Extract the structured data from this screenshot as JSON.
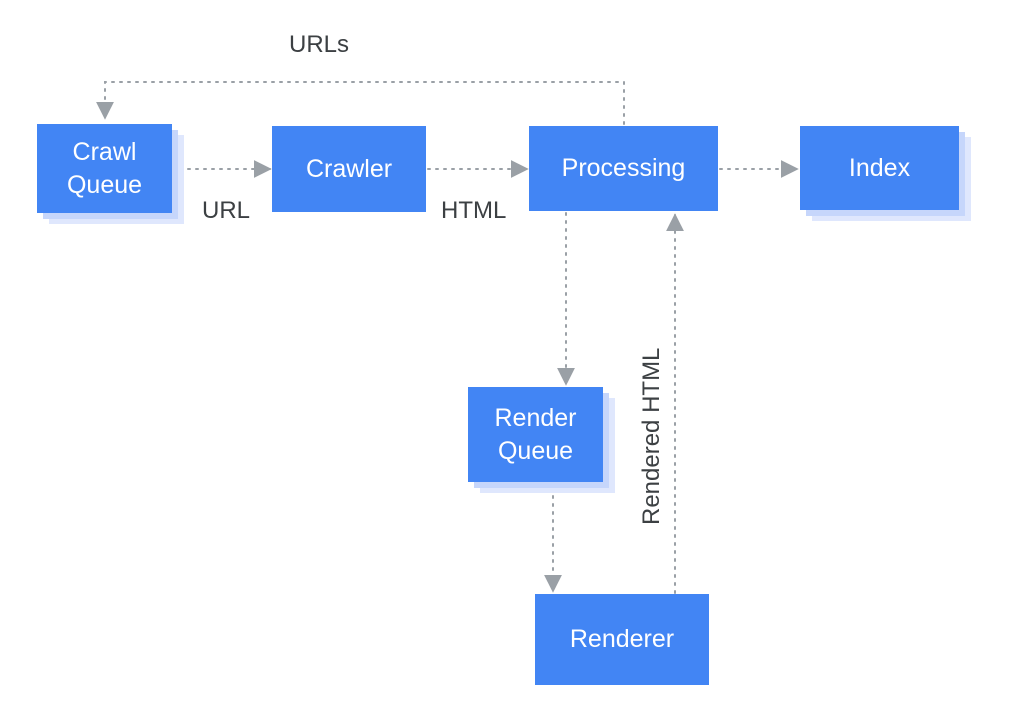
{
  "colors": {
    "node_fill": "#4285f4",
    "node_stack": "#c6d6fb",
    "connector": "#9aa0a6",
    "label_text": "#3c4043"
  },
  "nodes": {
    "crawl_queue": "Crawl\nQueue",
    "crawler": "Crawler",
    "processing": "Processing",
    "index": "Index",
    "render_queue": "Render\nQueue",
    "renderer": "Renderer"
  },
  "labels": {
    "urls": "URLs",
    "url": "URL",
    "html": "HTML",
    "rendered_html": "Rendered HTML"
  }
}
